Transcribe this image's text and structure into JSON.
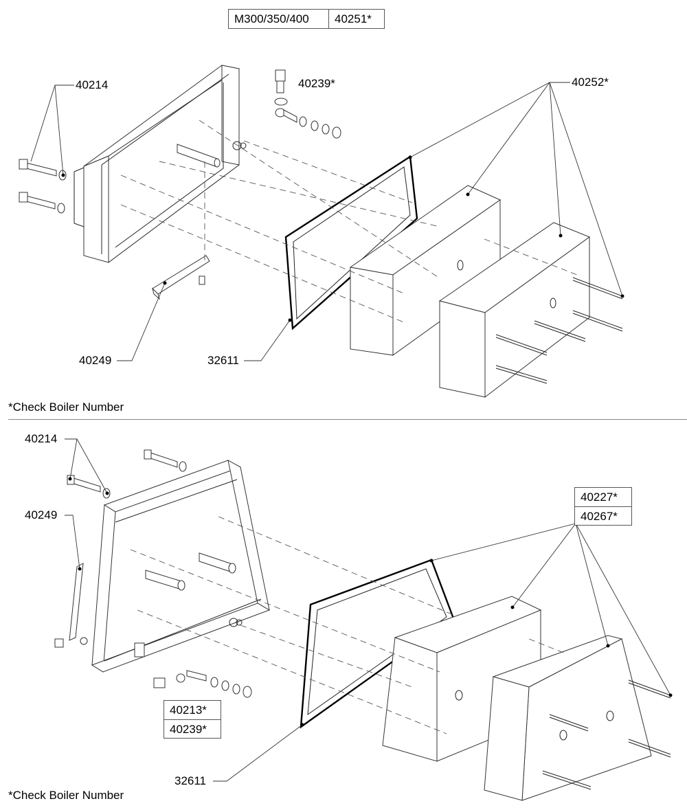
{
  "model_table": {
    "model": "M300/350/400",
    "part": "40251*"
  },
  "top": {
    "labels": {
      "bolts": "40214",
      "screw": "40239*",
      "chamber": "40252*",
      "bracket": "40249",
      "gasket": "32611"
    },
    "note": "*Check Boiler Number"
  },
  "bottom": {
    "labels": {
      "bolts": "40214",
      "bracket": "40249",
      "chamber_a": "40227*",
      "chamber_b": "40267*",
      "screw_a": "40213*",
      "screw_b": "40239*",
      "gasket": "32611"
    },
    "note": "*Check Boiler Number"
  }
}
